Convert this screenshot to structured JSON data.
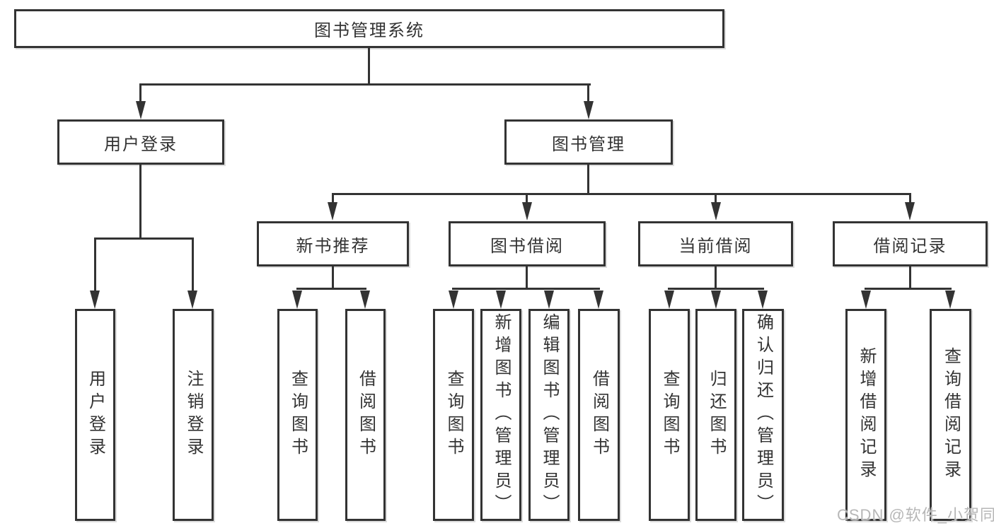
{
  "colors": {
    "line": "#333333",
    "text": "#333333",
    "watermark": "#b7b7b7",
    "background": "#ffffff"
  },
  "tree": {
    "root": {
      "label": "图书管理系统",
      "children": [
        {
          "label": "用户登录",
          "children": [
            {
              "label": "用户登录"
            },
            {
              "label": "注销登录"
            }
          ]
        },
        {
          "label": "图书管理",
          "children": [
            {
              "label": "新书推荐",
              "children": [
                {
                  "label": "查询图书"
                },
                {
                  "label": "借阅图书"
                }
              ]
            },
            {
              "label": "图书借阅",
              "children": [
                {
                  "label": "查询图书"
                },
                {
                  "label": "新增图书（管理员）"
                },
                {
                  "label": "编辑图书（管理员）"
                },
                {
                  "label": "借阅图书"
                }
              ]
            },
            {
              "label": "当前借阅",
              "children": [
                {
                  "label": "查询图书"
                },
                {
                  "label": "归还图书"
                },
                {
                  "label": "确认归还（管理员）"
                }
              ]
            },
            {
              "label": "借阅记录",
              "children": [
                {
                  "label": "新增借阅记录"
                },
                {
                  "label": "查询借阅记录"
                }
              ]
            }
          ]
        }
      ]
    }
  },
  "watermark": {
    "text": "CSDN @软件_小贺同学"
  }
}
